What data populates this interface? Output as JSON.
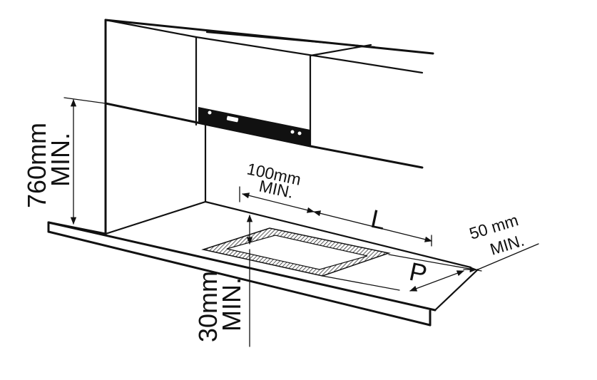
{
  "labels": {
    "height_value": "760mm",
    "height_min": "MIN.",
    "top_gap_value": "100mm",
    "top_gap_min": "MIN.",
    "side_gap_value": "50 mm",
    "side_gap_min": "MIN.",
    "bottom_gap_value": "30mm",
    "bottom_gap_min": "MIN.",
    "dimension_L": "L",
    "dimension_P": "P"
  }
}
